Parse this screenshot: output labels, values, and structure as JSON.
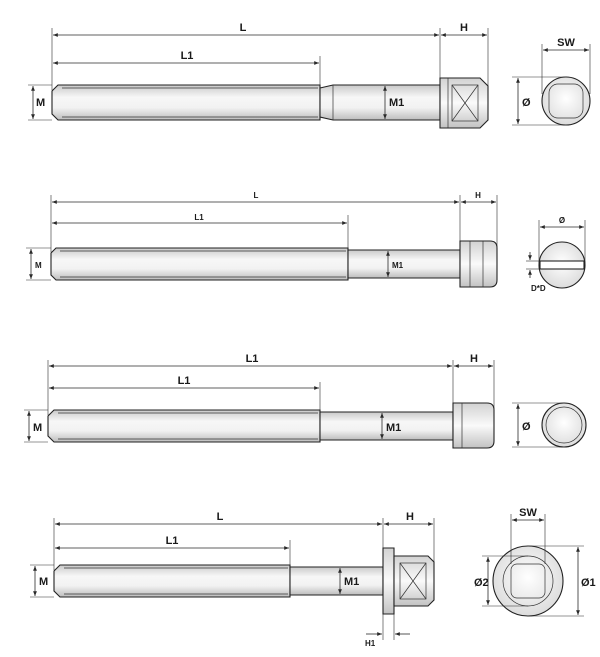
{
  "bolt1": {
    "labels": {
      "L": "L",
      "L1": "L1",
      "H": "H",
      "M": "M",
      "M1": "M1",
      "SW": "SW",
      "D": "Ø"
    }
  },
  "bolt2": {
    "labels": {
      "L": "L",
      "L1": "L1",
      "H": "H",
      "M": "M",
      "M1": "M1",
      "D": "Ø",
      "DD": "D*D"
    }
  },
  "bolt3": {
    "labels": {
      "L1a": "L1",
      "L1b": "L1",
      "H": "H",
      "M": "M",
      "M1": "M1",
      "D": "Ø"
    }
  },
  "bolt4": {
    "labels": {
      "L": "L",
      "L1": "L1",
      "H": "H",
      "H1": "H1",
      "M": "M",
      "M1": "M1",
      "SW": "SW",
      "D1": "Ø1",
      "D2": "Ø2"
    }
  },
  "colors": {
    "line": "#222222",
    "fill": "#ededed",
    "dim": "#2a2a2a"
  }
}
